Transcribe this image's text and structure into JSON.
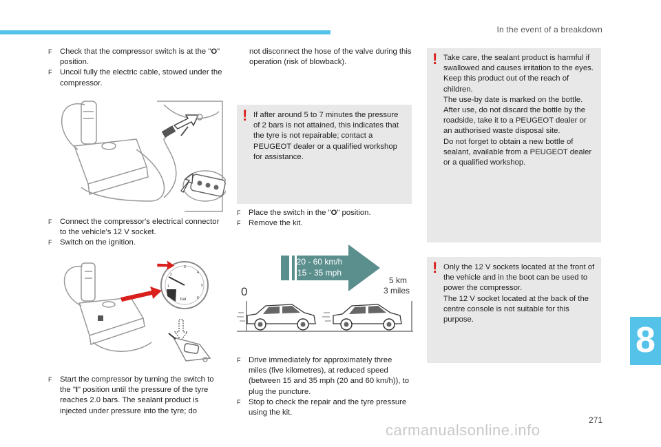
{
  "header": {
    "section_title": "In the event of a breakdown"
  },
  "page_number": "271",
  "chapter_number": "8",
  "watermark": "carmanualsonline.info",
  "bullet_glyph": "F",
  "warn_glyph": "!",
  "col1": {
    "step_a": [
      {
        "pre": "Check that the compressor switch is at the \"",
        "bold": "O",
        "post": "\" position."
      },
      {
        "pre": "Uncoil fully the electric cable, stowed under the compressor.",
        "bold": "",
        "post": ""
      }
    ],
    "step_b": [
      "Connect the compressor's electrical connector to the vehicle's 12 V socket.",
      "Switch on the ignition."
    ],
    "step_c": [
      {
        "pre": "Start the compressor by turning the switch to the \"",
        "bold": "I",
        "post": "\" position until the pressure of the tyre reaches 2.0 bars. The sealant product is injected under pressure into the tyre; do"
      }
    ],
    "gauge_unit": "bar",
    "gauge_ticks": [
      "1",
      "2",
      "3",
      "4",
      "5",
      "6"
    ]
  },
  "col2": {
    "continuation": "not disconnect the hose of the valve during this operation (risk of blowback).",
    "note": "If after around 5 to 7 minutes the pressure of 2 bars is not attained, this indicates that the tyre is not repairable; contact a PEUGEOT dealer or a qualified workshop for assistance.",
    "step_d": [
      {
        "pre": "Place the switch in the \"",
        "bold": "O",
        "post": "\" position."
      },
      {
        "pre": "Remove the kit.",
        "bold": "",
        "post": ""
      }
    ],
    "speed_kmh": "20 - 60 km/h",
    "speed_mph": "15 - 35 mph",
    "start_label": "0",
    "dist_km": "5 km",
    "dist_miles": "3 miles",
    "step_e": [
      "Drive immediately for approximately three miles (five kilometres), at reduced speed (between 15 and 35 mph (20 and 60 km/h)), to plug the puncture.",
      "Stop to check the repair and the tyre pressure using the kit."
    ]
  },
  "col3": {
    "note1": [
      "Take care, the sealant product is harmful if swallowed and causes irritation to the eyes.",
      "Keep this product out of the reach of children.",
      "The use-by date is marked on the bottle.",
      "After use, do not discard the bottle by the roadside, take it to a PEUGEOT dealer or an authorised waste disposal site.",
      "Do not forget to obtain a new bottle of sealant, available from a PEUGEOT dealer or a qualified workshop."
    ],
    "note2": [
      "Only the 12 V sockets located at the front of the vehicle and in the boot can be used to power the compressor.",
      "The 12 V socket located at the back of the centre console is not suitable for this purpose."
    ]
  },
  "colors": {
    "accent": "#55c2ea",
    "warning": "#d9201d",
    "speed_box": "#5b8f8e",
    "note_bg": "#e8e8e8"
  }
}
